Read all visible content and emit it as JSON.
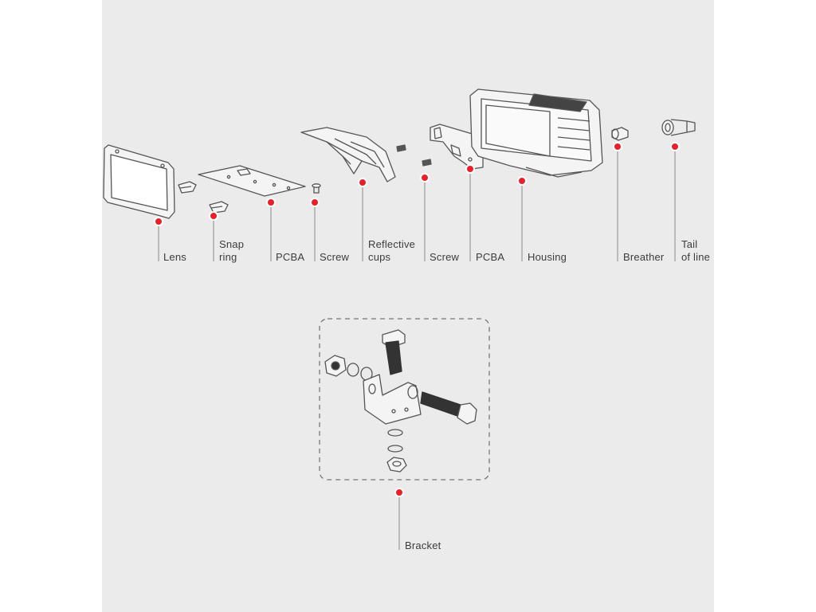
{
  "colors": {
    "panel": "#ebebeb",
    "marker": "#e8202a",
    "line": "#8a8a8a",
    "ink": "#3c3c3c"
  },
  "parts": {
    "lens": "Lens",
    "snap_ring": [
      "Snap",
      "ring"
    ],
    "pcba_1": "PCBA",
    "screw_1": "Screw",
    "reflective_cups": [
      "Reflective",
      "cups"
    ],
    "screw_2": "Screw",
    "pcba_2": "PCBA",
    "housing": "Housing",
    "breather": "Breather",
    "tail_of_line": [
      "Tail",
      "of line"
    ],
    "bracket": "Bracket"
  }
}
